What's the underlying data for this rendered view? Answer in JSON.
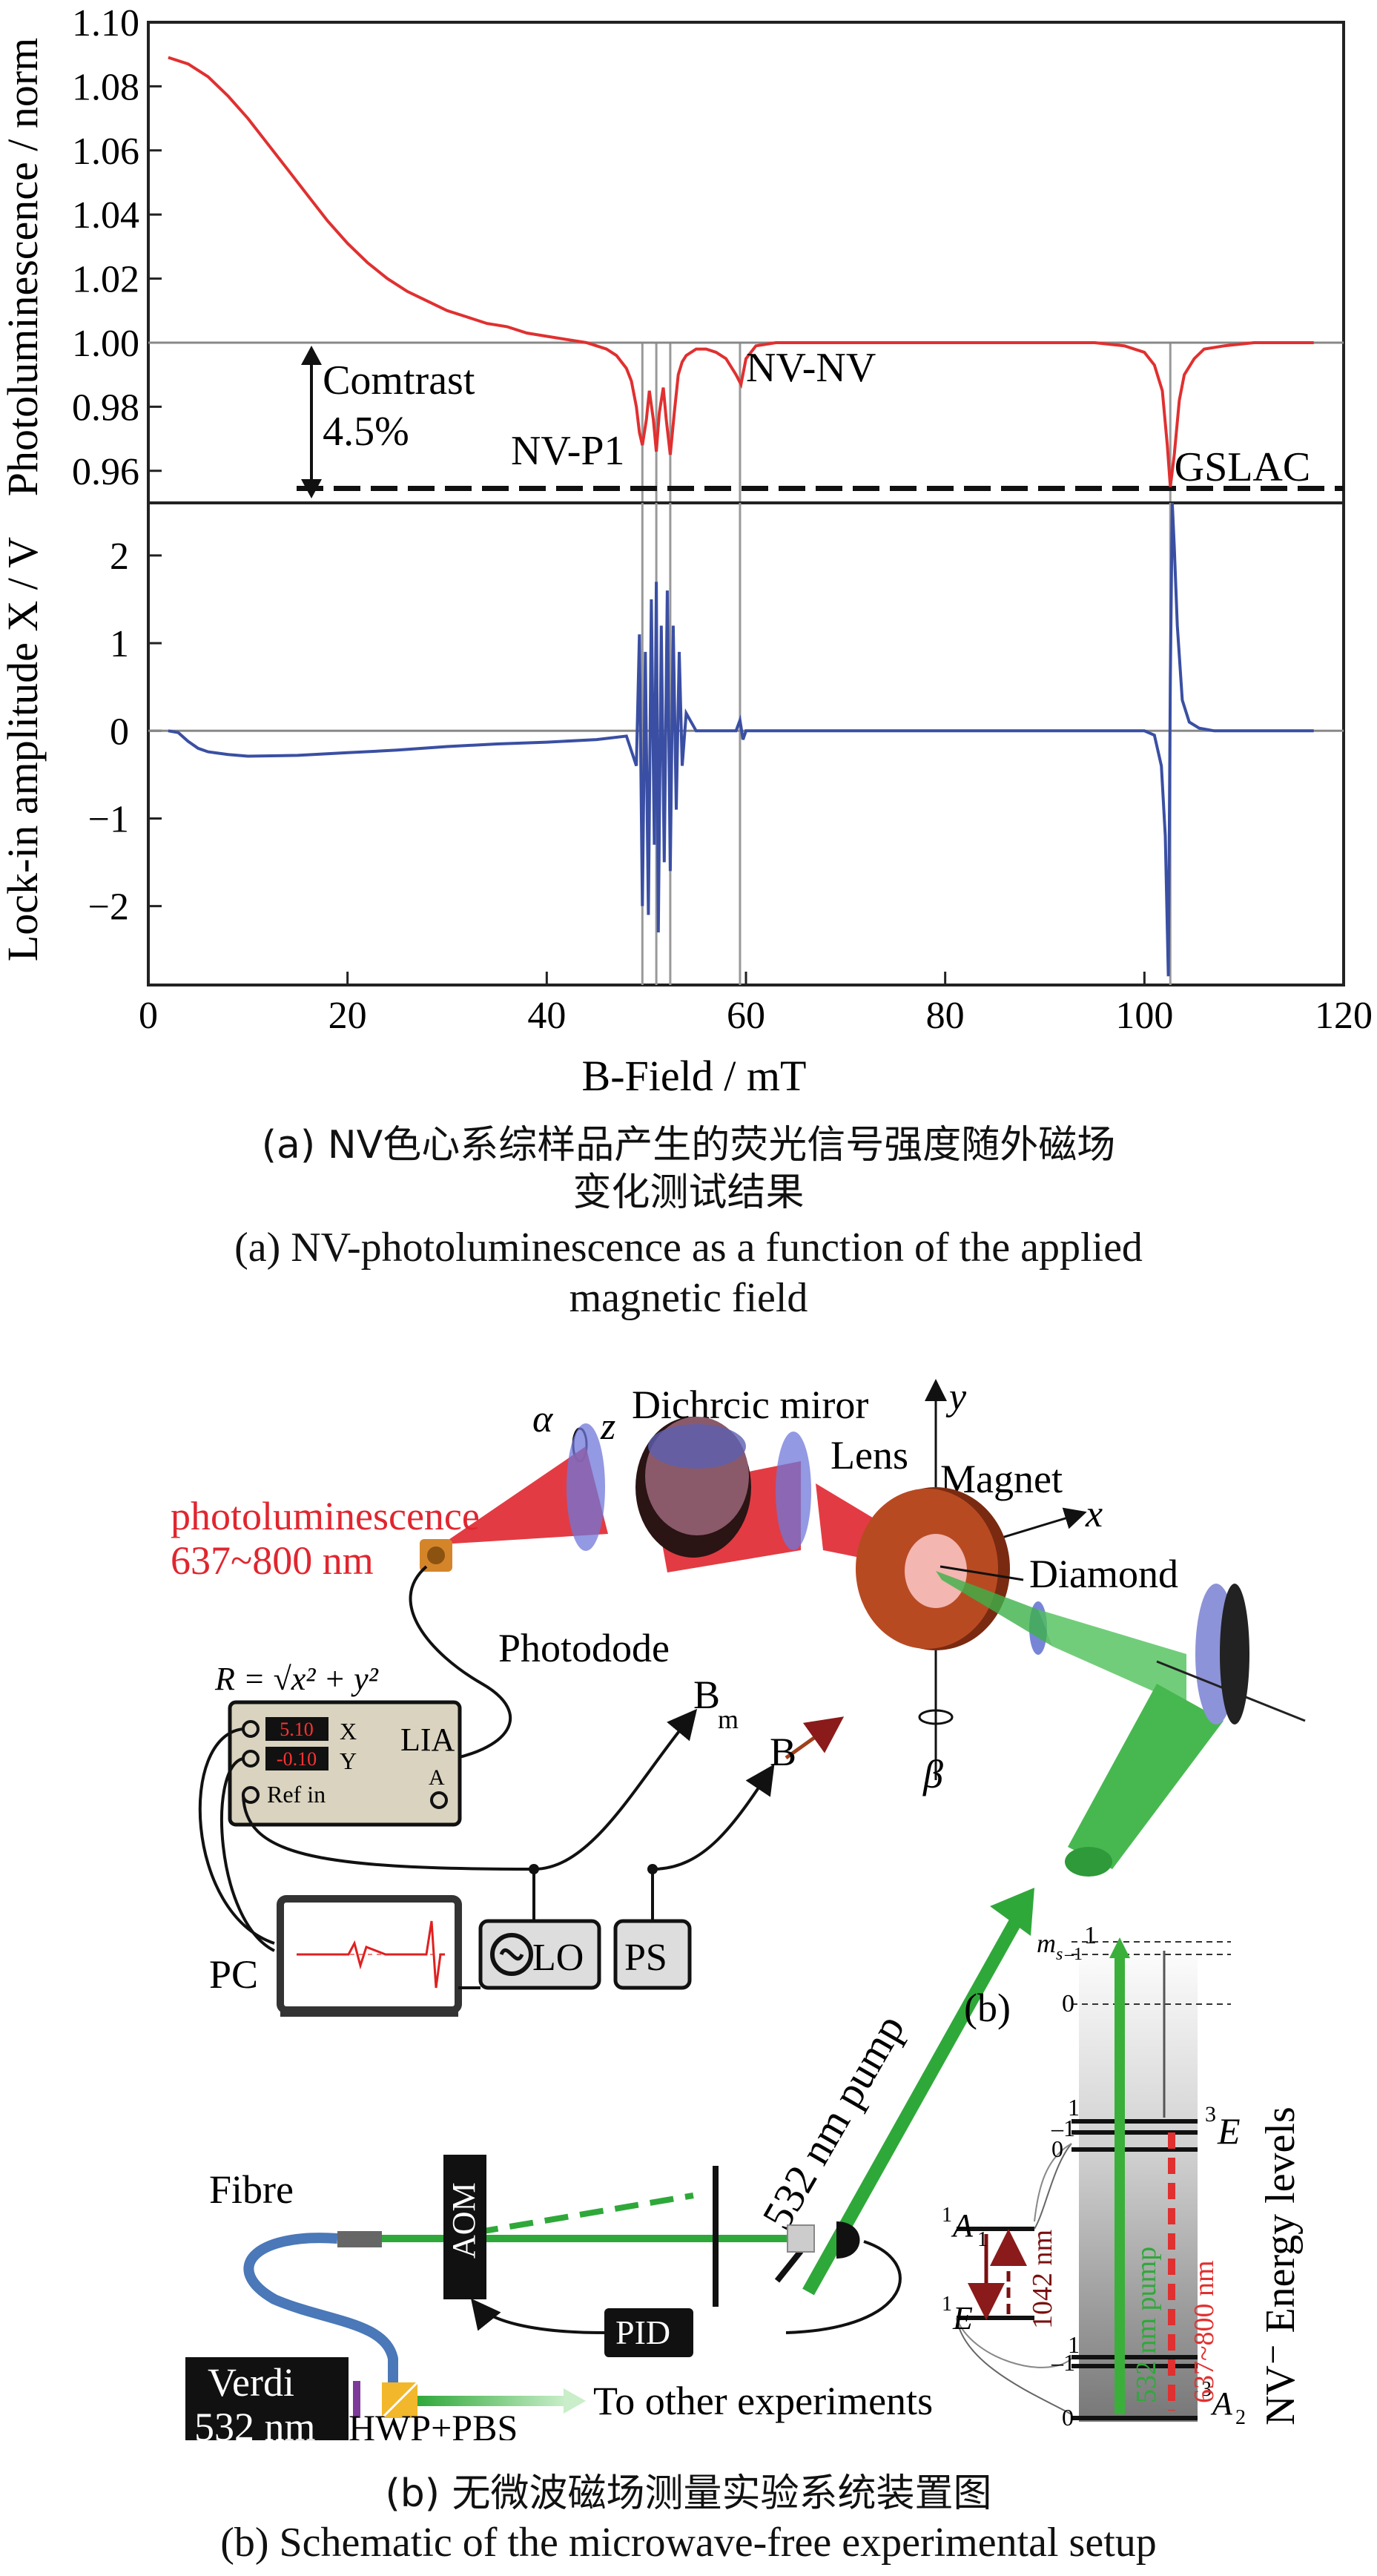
{
  "chart_data": [
    {
      "type": "line",
      "ylabel": "Photoluminescence / norm",
      "ylim": [
        0.95,
        1.1
      ],
      "yticks": [
        "1.10",
        "1.08",
        "1.06",
        "1.04",
        "1.02",
        "1.00",
        "0.98",
        "0.96"
      ],
      "baseline": 1.0,
      "series": [
        {
          "color": "#e03030",
          "x": [
            2,
            4,
            6,
            8,
            10,
            12,
            14,
            16,
            18,
            20,
            22,
            24,
            26,
            28,
            30,
            32,
            34,
            36,
            38,
            40,
            42,
            44,
            46,
            47,
            48,
            48.5,
            49,
            49.3,
            49.6,
            50,
            50.3,
            50.7,
            51,
            51.3,
            51.7,
            52,
            52.4,
            52.8,
            53.2,
            53.6,
            54,
            55,
            56,
            57,
            58,
            59,
            59.5,
            60,
            61,
            63,
            66,
            70,
            75,
            80,
            85,
            90,
            95,
            98,
            100,
            101,
            101.8,
            102.3,
            102.6,
            103,
            103.5,
            104,
            105,
            106,
            108,
            111,
            115,
            117
          ],
          "y": [
            1.089,
            1.087,
            1.083,
            1.077,
            1.07,
            1.062,
            1.054,
            1.046,
            1.038,
            1.031,
            1.025,
            1.02,
            1.016,
            1.013,
            1.01,
            1.008,
            1.006,
            1.005,
            1.003,
            1.002,
            1.001,
            1.0,
            0.998,
            0.996,
            0.992,
            0.988,
            0.98,
            0.972,
            0.968,
            0.976,
            0.985,
            0.976,
            0.966,
            0.978,
            0.986,
            0.976,
            0.965,
            0.978,
            0.99,
            0.994,
            0.996,
            0.998,
            0.998,
            0.997,
            0.995,
            0.99,
            0.987,
            0.995,
            0.999,
            1.0,
            1.0,
            1.0,
            1.0,
            1.0,
            1.0,
            1.0,
            1.0,
            0.999,
            0.997,
            0.993,
            0.985,
            0.968,
            0.955,
            0.965,
            0.982,
            0.99,
            0.995,
            0.998,
            0.999,
            1.0,
            1.0,
            1.0
          ]
        }
      ],
      "vlines": [
        49.6,
        51,
        52.4,
        59.4,
        102.6
      ],
      "annotations": [
        {
          "text": "Comtrast",
          "x": 17.5,
          "y": 0.984
        },
        {
          "text": "4.5%",
          "x": 17.5,
          "y": 0.968
        },
        {
          "text": "NV-P1",
          "x": 36.4,
          "y": 0.962
        },
        {
          "text": "NV-NV",
          "x": 60,
          "y": 0.988
        },
        {
          "text": "GSLAC",
          "x": 103,
          "y": 0.957
        }
      ],
      "contrast_line": 0.9545
    },
    {
      "type": "line",
      "xlabel": "B-Field / mT",
      "ylabel": "Lock-in amplitude X / V",
      "xlim": [
        0,
        120
      ],
      "ylim": [
        -2.9,
        2.6
      ],
      "xticks": [
        "0",
        "20",
        "40",
        "60",
        "80",
        "100",
        "120"
      ],
      "yticks": [
        "2",
        "1",
        "0",
        "-1",
        "-2"
      ],
      "series": [
        {
          "color": "#3a4fa3",
          "x": [
            2,
            3,
            4,
            5,
            6,
            8,
            10,
            15,
            20,
            25,
            30,
            35,
            40,
            45,
            48,
            49,
            49.3,
            49.6,
            49.9,
            50.2,
            50.5,
            50.8,
            51,
            51.2,
            51.5,
            51.8,
            52.1,
            52.4,
            52.7,
            53,
            53.3,
            53.6,
            54,
            55,
            57,
            59,
            59.4,
            59.7,
            60,
            62,
            70,
            80,
            90,
            100,
            101,
            101.7,
            102.1,
            102.4,
            102.6,
            102.8,
            103,
            103.3,
            103.8,
            104.5,
            105.5,
            107,
            110,
            117
          ],
          "y": [
            0,
            -0.02,
            -0.12,
            -0.2,
            -0.24,
            -0.27,
            -0.29,
            -0.28,
            -0.25,
            -0.22,
            -0.18,
            -0.15,
            -0.13,
            -0.1,
            -0.06,
            -0.4,
            1.1,
            -2.0,
            0.9,
            -2.1,
            1.5,
            -1.3,
            1.7,
            -2.3,
            1.2,
            -1.5,
            1.6,
            -1.6,
            1.2,
            -0.9,
            0.9,
            -0.4,
            0.2,
            0,
            0,
            0,
            0.12,
            -0.1,
            0,
            0,
            0,
            0,
            0,
            0,
            -0.05,
            -0.4,
            -1.2,
            -2.8,
            0.6,
            2.6,
            2.1,
            1.2,
            0.35,
            0.1,
            0.03,
            0,
            0,
            0
          ]
        }
      ],
      "vlines": [
        49.6,
        51,
        52.4,
        59.4,
        102.6
      ]
    }
  ],
  "caption_a": {
    "zh_line1": "(a) NV色心系综样品产生的荧光信号强度随外磁场",
    "zh_line2": "变化测试结果",
    "en_line1": "(a) NV-photoluminescence as a function of the applied",
    "en_line2": "magnetic field"
  },
  "diagram": {
    "alpha": "α",
    "z": "z",
    "dichroic": "Dichrcic miror",
    "y": "y",
    "lens": "Lens",
    "magnet": "Magnet",
    "x": "x",
    "pl_line1": "photoluminescence",
    "pl_line2": "637~800 nm",
    "diamond": "Diamond",
    "photodiode": "Photodode",
    "formula": "R = √x² + y²",
    "lia": "LIA",
    "lia_x_value": "5.10",
    "lia_y_value": "-0.10",
    "lia_x": "X",
    "lia_y": "Y",
    "lia_ref": "Ref in",
    "lia_a": "A",
    "bm": "B",
    "bm_sub": "m",
    "b": "B",
    "beta": "β",
    "pc": "PC",
    "lo": "LO",
    "ps": "PS",
    "pump": "532 nm pump",
    "b_label": "(b)",
    "fibre": "Fibre",
    "aom": "AOM",
    "pid": "PID",
    "verdi_line1": "Verdi",
    "verdi_line2": "532 nm",
    "hwp": "HWP+PBS",
    "to_other": "To other experiments",
    "energy_title": "NV⁻ Energy levels",
    "ms": "m",
    "ms_sub": "s",
    "ms_minus": "–1",
    "lvl_1a": "1",
    "lvl_0a": "0",
    "lvl_1b": "1",
    "lvl_m1b": "–1",
    "lvl_0b": "0",
    "lvl_1c": "1",
    "lvl_m1c": "–1",
    "lvl_0c": "0",
    "e3": "E",
    "e3_sup": "3",
    "a1": "A",
    "a1_sub": "1",
    "a1_sup": "1",
    "e1": "E",
    "e1_sup": "1",
    "a2": "A",
    "a2_sub": "2",
    "a2_sup": "3",
    "nm1042": "1042 nm",
    "pump_vert": "532 nm pump",
    "pl_vert": "637~800 nm"
  },
  "caption_b": {
    "zh": "(b) 无微波磁场测量实验系统装置图",
    "en": "(b) Schematic of the microwave-free experimental setup"
  }
}
